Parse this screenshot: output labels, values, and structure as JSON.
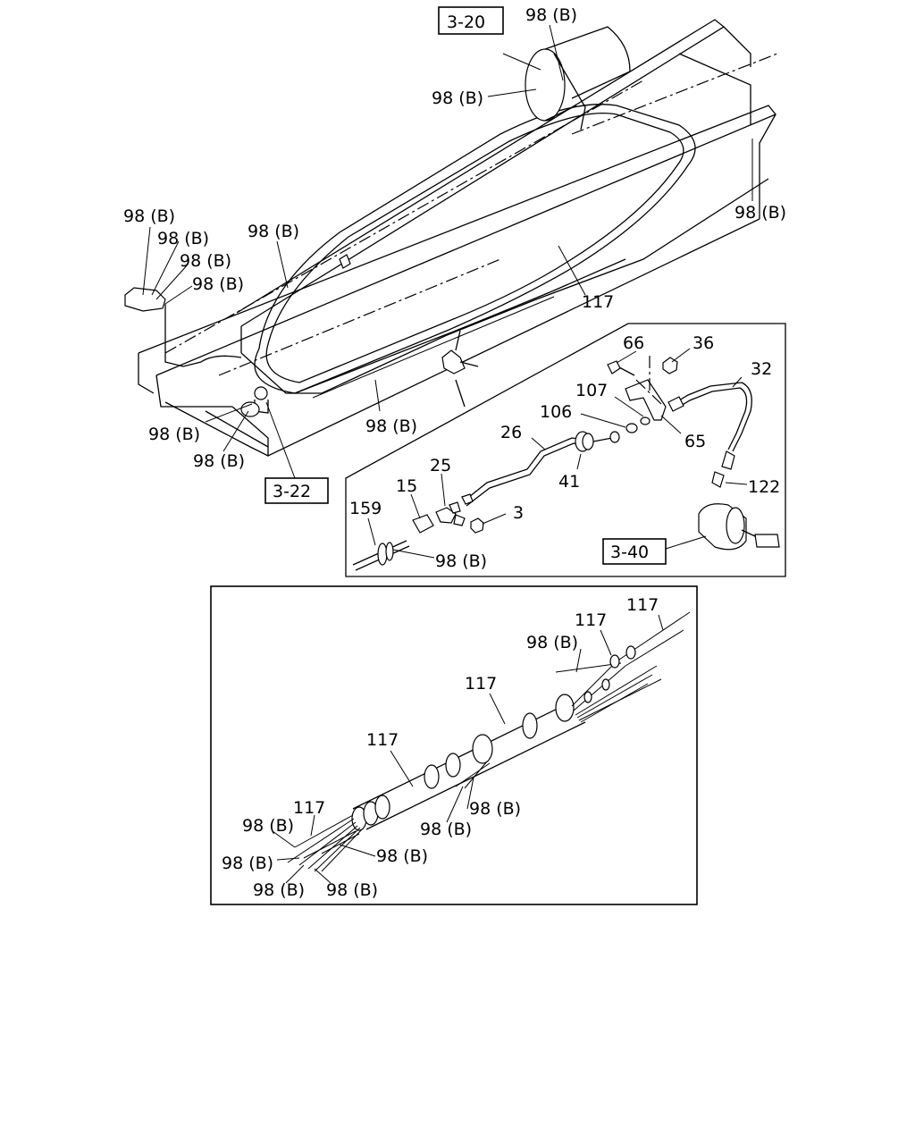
{
  "refs": {
    "r320": "3-20",
    "r322": "3-22",
    "r340": "3-40"
  },
  "parts": {
    "p98b": "98 (B)",
    "p117": "117",
    "p66": "66",
    "p36": "36",
    "p32": "32",
    "p107": "107",
    "p106": "106",
    "p65": "65",
    "p26": "26",
    "p41": "41",
    "p25": "25",
    "p15": "15",
    "p159": "159",
    "p3": "3",
    "p122": "122"
  }
}
